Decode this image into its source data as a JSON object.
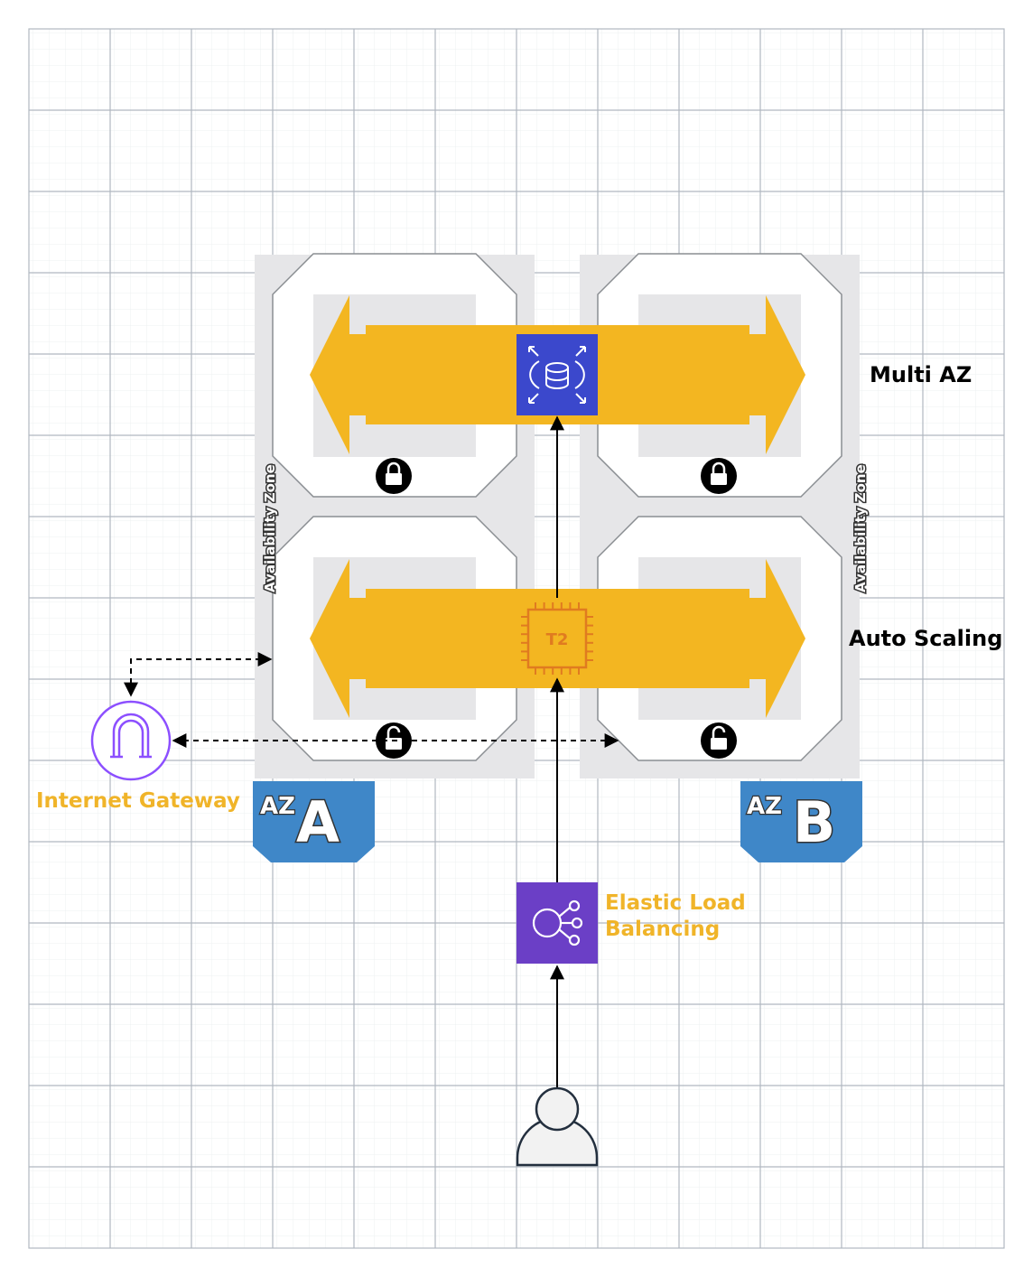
{
  "colors": {
    "arrow_band": "#F3B621",
    "label_orange": "#F0B429",
    "rds_blue": "#3B48CC",
    "elb_purple": "#6B3FC6",
    "gateway_purple": "#8C4FFF",
    "az_badge": "#3F87C8",
    "az_backdrop": "#E6E6E8",
    "grid": "#B0B8C0",
    "subnet_border": "#8A8E92",
    "t2_orange": "#E07B20"
  },
  "labels": {
    "multi_az": "Multi AZ",
    "auto_scaling": "Auto Scaling",
    "internet_gateway": "Internet Gateway",
    "elb_line1": "Elastic Load",
    "elb_line2": "Balancing",
    "availability_zone_left": "Availability Zone",
    "availability_zone_right": "Availability Zone",
    "az_a_prefix": "AZ",
    "az_a_letter": "A",
    "az_b_prefix": "AZ",
    "az_b_letter": "B",
    "t2": "T2"
  },
  "icons": {
    "database": "rds-database-icon",
    "ec2": "ec2-instance-chip-icon",
    "elb": "elastic-load-balancing-icon",
    "gateway": "internet-gateway-icon",
    "user": "user-icon",
    "lock_closed": "lock-closed-icon",
    "lock_open": "lock-open-icon"
  }
}
